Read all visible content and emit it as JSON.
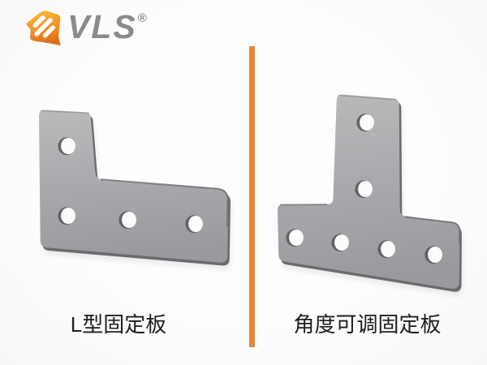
{
  "meta": {
    "kind": "product-comparison-graphic"
  },
  "brand": {
    "name": "VLS",
    "registered_mark": "®",
    "text_color": "#8b8b8b",
    "icon_gradient_top": "#fbc33c",
    "icon_gradient_bottom": "#e06f1a"
  },
  "divider_color": "#e2873e",
  "background_color": "#fcfcfc",
  "plate_colors": {
    "face_light": "#b9b9bb",
    "face_dark": "#9a9a9e",
    "edge": "#6b6b6f",
    "hole_fill": "#fcfcfc",
    "hole_rim": "#636367"
  },
  "label_text_color": "#1e1e1e",
  "products": [
    {
      "id": "l-plate",
      "label": "L型固定板",
      "shape": "L-shaped joining plate",
      "hole_count": 4
    },
    {
      "id": "t-plate",
      "label": "角度可调固定板",
      "shape": "T-shaped joining plate",
      "hole_count": 6
    }
  ]
}
